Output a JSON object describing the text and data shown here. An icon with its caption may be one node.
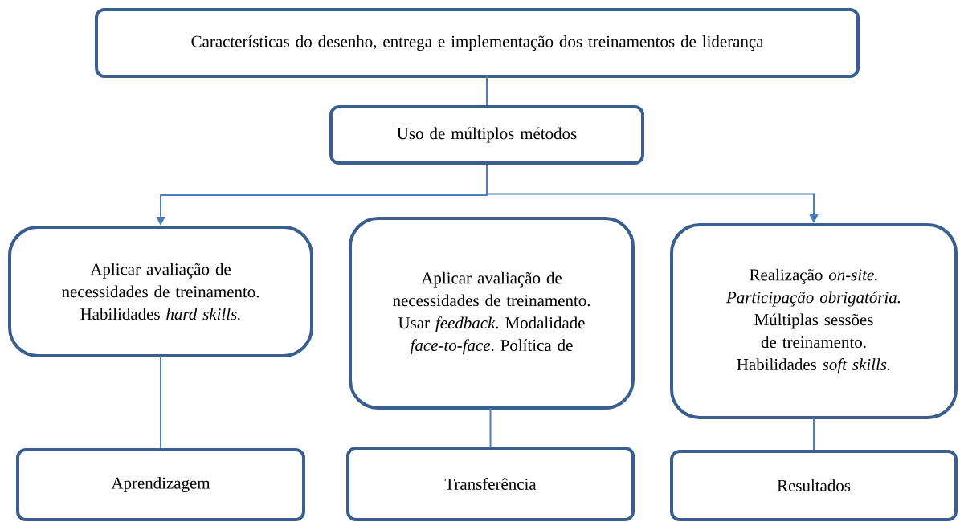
{
  "diagram": {
    "nodes": [
      {
        "text": [
          "Características do desenho, entrega e implementação dos treinamentos de liderança"
        ]
      },
      {
        "text": [
          "Uso de múltiplos métodos"
        ]
      },
      {
        "text": [
          "Aplicar avaliação de necessidades de treinamento. Habilidades *hard skills.*"
        ]
      },
      {
        "text": [
          "Aplicar avaliação de necessidades de treinamento. Usar *feedback*. Modalidade *face-to-face*. Política de"
        ]
      },
      {
        "text": [
          "Realização *on-site. Participação obrigatória.* Múltiplas sessões de treinamento. Habilidades *soft skills.*"
        ]
      },
      {
        "text": [
          "Aprendizagem"
        ]
      },
      {
        "text": [
          "Transferência"
        ]
      },
      {
        "text": [
          "Resultados"
        ]
      }
    ],
    "edges": [
      {
        "from": 0,
        "to": 1,
        "arrow": "none"
      },
      {
        "from": 1,
        "to": 2,
        "arrow": "to"
      },
      {
        "from": 1,
        "to": 4,
        "arrow": "to"
      },
      {
        "from": 2,
        "to": 5,
        "arrow": "none"
      },
      {
        "from": 3,
        "to": 6,
        "arrow": "none"
      },
      {
        "from": 4,
        "to": 7,
        "arrow": "none"
      }
    ]
  }
}
